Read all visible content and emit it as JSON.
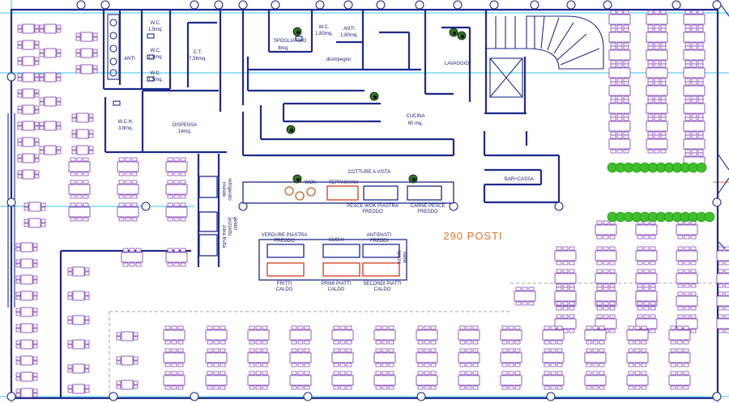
{
  "plan": {
    "capacity_label": "290 POSTI",
    "capacity_color": "#e8722a",
    "wall_color": "#1d2a8c",
    "furniture_color": "#7a34b0",
    "axis_color": "#33c7e6",
    "plant_color": "#3fbf2a"
  },
  "rooms": {
    "anti_left": "ANTI",
    "wc_1": "W.C.",
    "wc_1_area": "1,5mq.",
    "wc_2": "W.C.",
    "wc_2_area": "1,5mq.",
    "wc_3": "W.C.",
    "wc_3_area": "1,5mq.",
    "ct": "C.T.",
    "ct_area": "7,56mq.",
    "spogliatoio": "SPOGLIATOIO",
    "spogliatoio_area": "8mq.",
    "wc_4": "W.C.",
    "wc_4_area": "1,80mq.",
    "anti_right": "ANTI",
    "anti_right_area": "1,80mq.",
    "disimpegno": "disimpegno",
    "lavaggio": "LAVAGGIO",
    "wch": "W.C.H.",
    "wch_area": "3,8mq.",
    "dispensa": "DISPENSA",
    "dispensa_area": "14mq.",
    "cucina": "CUCINA",
    "cucina_area": "60 mq.",
    "cotture": "COTTURE A VISTA",
    "bar_cassa": "BAR+CASSA"
  },
  "stations": {
    "wok": "WOK",
    "teppanyaki": "TEPPANYAKI",
    "pesce_wok_1": "PESCE WOK PIASTRA",
    "pesce_wok_2": "FREDDO",
    "carne_pesce_1": "CARNE PESCE",
    "carne_pesce_2": "FREDDO",
    "verdure_1": "VERDURE PIASTRA",
    "verdure_2": "FREDDO",
    "sushi": "SUSHI",
    "antipasti_1": "ANTIPASTI",
    "antipasti_2": "FREDDI",
    "fritti_1": "FRITTI",
    "fritti_2": "CALDO",
    "primi_1": "PRIMI PIATTI",
    "primi_2": "CALDO",
    "secondi_1": "SECONDI PIATTI",
    "secondi_2": "CALDO",
    "salse_1": "salse",
    "salse_2": "spezie",
    "murale_1": "murale",
    "murale_2": "refrigerato",
    "frutta_1": "zona frutta",
    "frutta_2": "pozzetto",
    "frutta_3": "gelato"
  }
}
